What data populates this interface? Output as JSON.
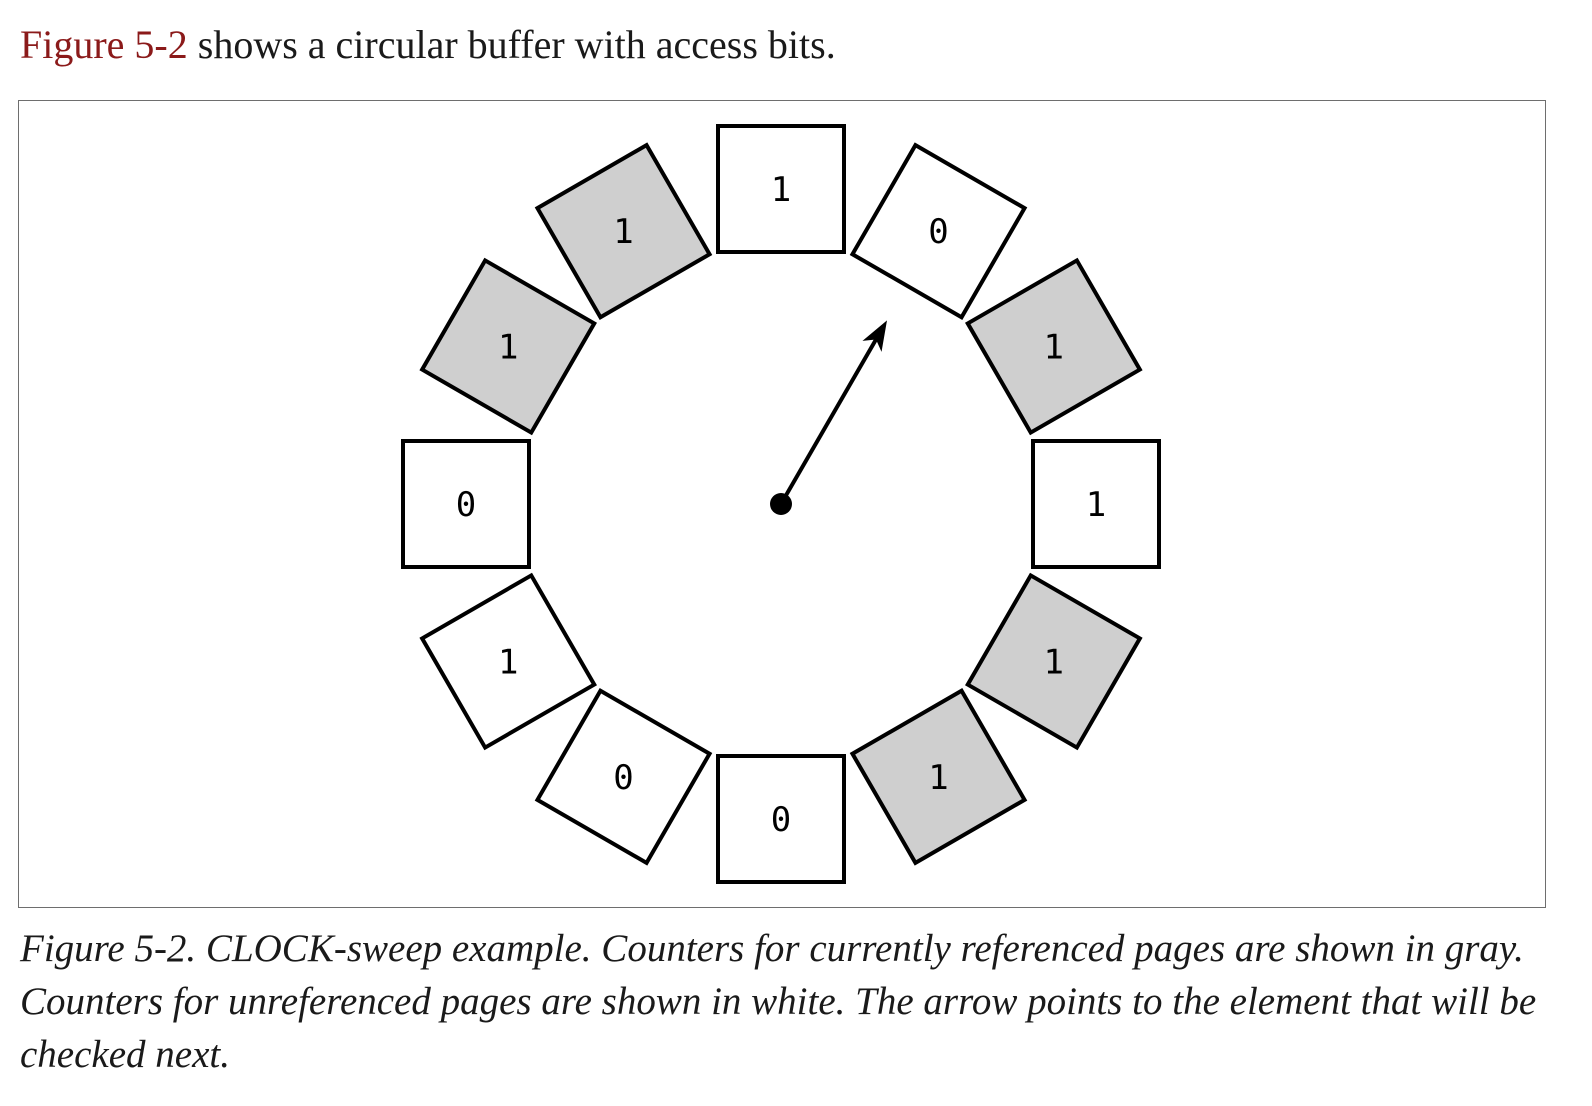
{
  "intro": {
    "figure_ref": "Figure 5-2",
    "text": " shows a circular buffer with access bits."
  },
  "diagram": {
    "counters": [
      {
        "value": "1",
        "referenced": false
      },
      {
        "value": "0",
        "referenced": false
      },
      {
        "value": "1",
        "referenced": true
      },
      {
        "value": "1",
        "referenced": false
      },
      {
        "value": "1",
        "referenced": true
      },
      {
        "value": "1",
        "referenced": true
      },
      {
        "value": "0",
        "referenced": false
      },
      {
        "value": "0",
        "referenced": false
      },
      {
        "value": "1",
        "referenced": false
      },
      {
        "value": "0",
        "referenced": false
      },
      {
        "value": "1",
        "referenced": true
      },
      {
        "value": "1",
        "referenced": true
      }
    ],
    "hand_points_to_index": 1,
    "colors": {
      "referenced_fill": "#cfcfcf",
      "unreferenced_fill": "#ffffff",
      "xref_color": "#8b1a1a"
    }
  },
  "caption": "Figure 5-2. CLOCK-sweep example. Counters for currently referenced pages are shown in gray. Counters for unreferenced pages are shown in white. The arrow points to the element that will be checked next."
}
